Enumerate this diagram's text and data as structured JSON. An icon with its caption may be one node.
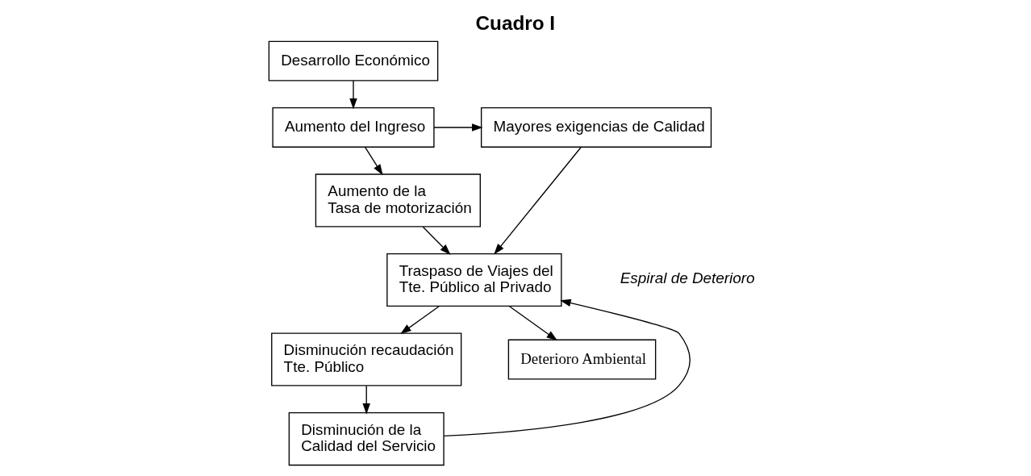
{
  "diagram": {
    "title": "Cuadro I",
    "nodes": [
      {
        "text": [
          "Desarrollo Económico"
        ]
      },
      {
        "text": [
          "Mayores exigencias de Calidad"
        ]
      },
      {
        "text": [
          "Aumento del Ingreso"
        ]
      },
      {
        "text": [
          "Aumento de la Tasa de motorización"
        ]
      },
      {
        "text": [
          "Disminución recaudación Tte. Público"
        ]
      },
      {
        "text": [
          "Traspaso de Viajes del Tte. Público al Privado"
        ]
      },
      {
        "text": [
          "Disminución de la Calidad del Servicio"
        ]
      },
      {
        "text": [
          "Deterioro Ambiental"
        ]
      }
    ],
    "edges": [
      {
        "from": 0,
        "to": 2,
        "arrow": "to"
      },
      {
        "from": 2,
        "to": 1,
        "arrow": "to"
      },
      {
        "from": 2,
        "to": 3,
        "arrow": "to"
      },
      {
        "from": 1,
        "to": 5,
        "arrow": "to"
      },
      {
        "from": 3,
        "to": 5,
        "arrow": "to"
      },
      {
        "from": 5,
        "to": 4,
        "arrow": "to"
      },
      {
        "from": 4,
        "to": 6,
        "arrow": "to"
      },
      {
        "from": 6,
        "to": 5,
        "arrow": "to"
      },
      {
        "from": 5,
        "to": 7,
        "arrow": "to"
      }
    ],
    "labels": [
      "Espiral de Deterioro"
    ]
  }
}
